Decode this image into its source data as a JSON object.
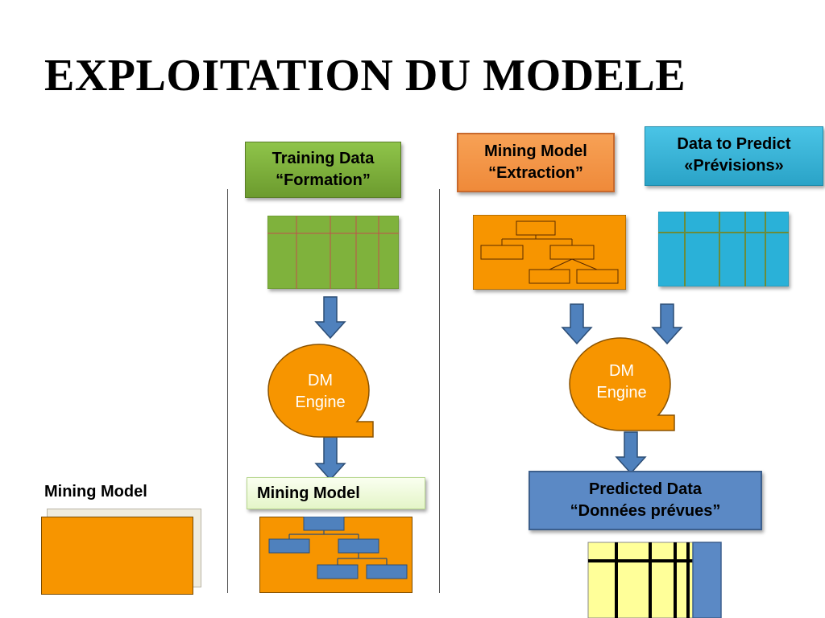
{
  "title": "EXPLOITATION DU MODELE",
  "left_panel": {
    "label": "Mining Model"
  },
  "training": {
    "line1": "Training Data",
    "line2": "“Formation”"
  },
  "mining_extraction": {
    "line1": "Mining Model",
    "line2": "“Extraction”"
  },
  "predict_data": {
    "line1": "Data to Predict",
    "line2": "«Prévisions»"
  },
  "engine_left": {
    "line1": "DM",
    "line2": "Engine"
  },
  "engine_right": {
    "line1": "DM",
    "line2": "Engine"
  },
  "mining_model_output": {
    "label": "Mining Model"
  },
  "predicted": {
    "line1": "Predicted Data",
    "line2": "“Données prévues”"
  },
  "colors": {
    "green": "#7aad38",
    "orange": "#f39121",
    "cyan": "#2fb0d6",
    "blue": "#5b89c5",
    "yellow": "#ffff99",
    "arrow": "#4f81bd"
  }
}
